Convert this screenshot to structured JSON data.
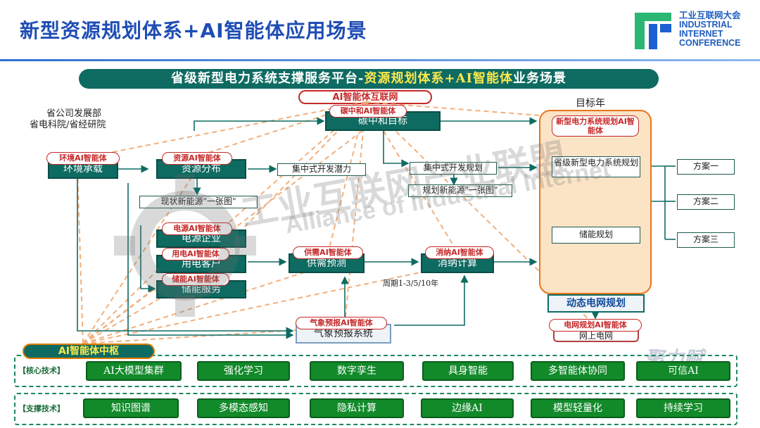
{
  "slide_title": "新型资源规划体系+AI智能体应用场景",
  "logo": {
    "cn": "工业互联网大会",
    "en1": "INDUSTRIAL",
    "en2": "INTERNET",
    "en3": "CONFERENCE"
  },
  "banner": {
    "part1": "省级新型电力系统支撑服务平台-",
    "part2": "资源规划体系+AI智能体",
    "part3": "业务场景"
  },
  "ai_internet": "AI智能体互联网",
  "org": {
    "line1": "省公司发展部",
    "line2": "省电科院/省经研院"
  },
  "target_year": "目标年",
  "nodes": {
    "carbon": {
      "label": "碳中和目标",
      "agent": "碳中和AI智能体"
    },
    "env": {
      "label": "环境承载",
      "agent": "环境AI智能体"
    },
    "resource": {
      "label": "资源分布",
      "agent": "资源AI智能体"
    },
    "concentrated_potential": "集中式开发潜力",
    "concentrated_plan": "集中式开发规划",
    "current_map_a": "现状新能源\"一张图\"",
    "current_map_b": "规划新能源\"一张图\"",
    "power": {
      "label": "电源企业",
      "agent": "电源AI智能体"
    },
    "user": {
      "label": "用电客户",
      "agent": "用电AI智能体"
    },
    "storage": {
      "label": "储能服务",
      "agent": "储能AI智能体"
    },
    "supply": {
      "label": "供需预测",
      "agent": "供需AI智能体"
    },
    "absorb": {
      "label": "消纳计算",
      "agent": "消纳AI智能体"
    },
    "period": "周期1-3/5/10年",
    "weather": {
      "label": "气象预报系统",
      "agent": "气象预报AI智能体"
    },
    "dynamic_grid": "动态电网规划",
    "grid_plan": {
      "label": "网上电网",
      "agent": "电网规划AI智能体"
    },
    "target_agent": "新型电力系统规划AI智能体",
    "provincial_plan": "省级新型电力系统规划",
    "storage_plan": "储能规划"
  },
  "plans": [
    "方案一",
    "方案二",
    "方案三"
  ],
  "hub": {
    "title": "AI智能体中枢",
    "core_label": "【核心技术】",
    "core": [
      "AI大模型集群",
      "强化学习",
      "数字孪生",
      "具身智能",
      "多智能体协同",
      "可信AI"
    ],
    "support_label": "【支撑技术】",
    "support": [
      "知识图谱",
      "多模态感知",
      "隐私计算",
      "边缘AI",
      "模型轻量化",
      "持续学习"
    ]
  },
  "watermark": {
    "cn": "工业互联网产业联盟",
    "en": "Alliance of Industrial Internet",
    "side": "聚力赋"
  }
}
